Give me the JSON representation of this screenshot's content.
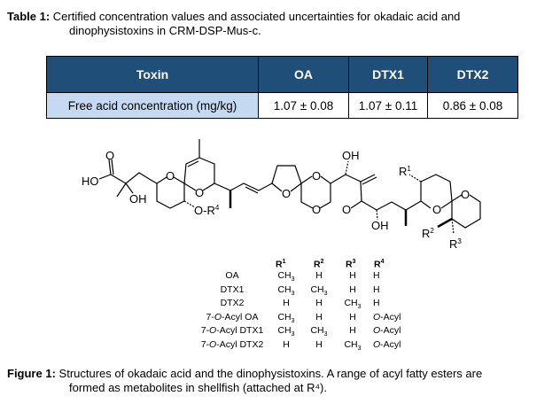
{
  "table_caption": {
    "label": "Table 1:",
    "line1": "Certified concentration values and associated uncertainties for okadaic acid and",
    "line2": "dinophysistoxins in CRM-DSP-Mus-c."
  },
  "table": {
    "headers": [
      "Toxin",
      "OA",
      "DTX1",
      "DTX2"
    ],
    "rows": [
      [
        "Free acid concentration (mg/kg)",
        "1.07 ± 0.08",
        "1.07 ± 0.11",
        "0.86 ± 0.08"
      ]
    ]
  },
  "structure_labels": {
    "ho": "HO",
    "carbonyl_o": "O",
    "oh1": "OH",
    "ring_o": "O",
    "or4": "O-R",
    "r4_sup": "4",
    "oh2": "OH",
    "oh3": "OH",
    "r1": "R",
    "r1_sup": "1",
    "r2": "R",
    "r2_sup": "2",
    "r3": "R",
    "r3_sup": "3"
  },
  "substituents": {
    "headers": [
      "R1",
      "R2",
      "R3",
      "R4"
    ],
    "rows": [
      {
        "name": "OA",
        "r1": "CH3",
        "r2": "H",
        "r3": "H",
        "r4": "H"
      },
      {
        "name": "DTX1",
        "r1": "CH3",
        "r2": "CH3",
        "r3": "H",
        "r4": "H"
      },
      {
        "name": "DTX2",
        "r1": "H",
        "r2": "H",
        "r3": "CH3",
        "r4": "H"
      },
      {
        "name": "7-O-Acyl OA",
        "r1": "CH3",
        "r2": "H",
        "r3": "H",
        "r4": "O-Acyl"
      },
      {
        "name": "7-O-Acyl DTX1",
        "r1": "CH3",
        "r2": "CH3",
        "r3": "H",
        "r4": "O-Acyl"
      },
      {
        "name": "7-O-Acyl DTX2",
        "r1": "H",
        "r2": "H",
        "r3": "CH3",
        "r4": "O-Acyl"
      }
    ]
  },
  "figure_caption": {
    "label": "Figure 1:",
    "line1": "Structures of okadaic acid and the dinophysistoxins. A range of acyl fatty esters are",
    "line2": "formed as metabolites in shellfish (attached at R⁴)."
  }
}
